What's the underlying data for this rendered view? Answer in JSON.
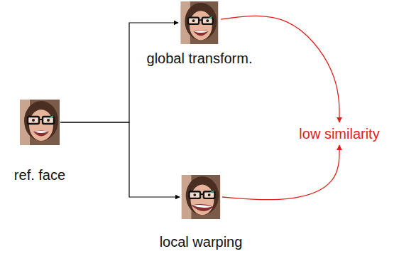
{
  "diagram": {
    "nodes": [
      {
        "text": [
          "ref. face"
        ]
      },
      {
        "text": [
          "global  transform."
        ]
      },
      {
        "text": [
          "local warping"
        ]
      },
      {
        "text": [
          "low similarity"
        ]
      }
    ],
    "edges": [
      {
        "from": 0,
        "to": 1,
        "arrow": "to"
      },
      {
        "from": 0,
        "to": 2,
        "arrow": "to"
      },
      {
        "from": 1,
        "to": 3,
        "arrow": "to"
      },
      {
        "from": 2,
        "to": 3,
        "arrow": "to"
      }
    ]
  }
}
